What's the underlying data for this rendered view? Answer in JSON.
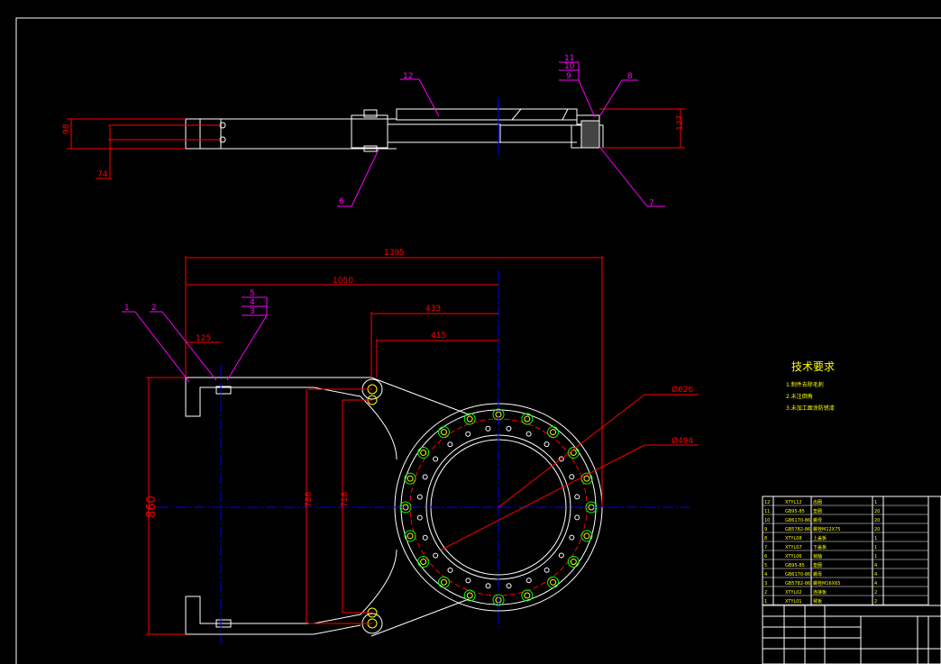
{
  "dimensions": {
    "d1395": "1395",
    "d1050": "1050",
    "d433": "433",
    "d415": "415",
    "d125": "125",
    "d860": "860",
    "d786": "786",
    "d718": "718",
    "d626": "Ø626",
    "d494": "Ø494",
    "d98": "98",
    "d74": "74",
    "d127": "127"
  },
  "balloons": [
    "1",
    "2",
    "3",
    "4",
    "5",
    "6",
    "7",
    "8",
    "9",
    "10",
    "11",
    "12"
  ],
  "tech_requirements": {
    "title": "技术要求",
    "notes": [
      "1.制件去除毛刺",
      "2.未注倒角",
      "3.未加工面涂防锈漆"
    ]
  },
  "bom_rows": [
    [
      "12",
      "XTYL12",
      "齿圈",
      "1"
    ],
    [
      "11",
      "GB95-85",
      "垫圈",
      "20"
    ],
    [
      "10",
      "GB6170-86",
      "螺母",
      "20"
    ],
    [
      "9",
      "GB5782-86",
      "螺栓M12X75",
      "20"
    ],
    [
      "8",
      "XTYL08",
      "上盖板",
      "1"
    ],
    [
      "7",
      "XTYL07",
      "下盖板",
      "1"
    ],
    [
      "6",
      "XTYL06",
      "销轴",
      "1"
    ],
    [
      "5",
      "GB95-85",
      "垫圈",
      "4"
    ],
    [
      "4",
      "GB6170-86",
      "螺母",
      "4"
    ],
    [
      "3",
      "GB5782-86",
      "螺栓M16X65",
      "4"
    ],
    [
      "2",
      "XTYL02",
      "连接板",
      "2"
    ],
    [
      "1",
      "XTYL01",
      "臂板",
      "2"
    ]
  ],
  "colors": {
    "outline": "#ffffff",
    "dimension": "#ff0000",
    "leader": "#ff00ff",
    "center": "#0000ff",
    "table": "#ffffff",
    "text": "#ffff00",
    "bolt": "#ffff00",
    "bolt_ring": "#00ff00"
  }
}
